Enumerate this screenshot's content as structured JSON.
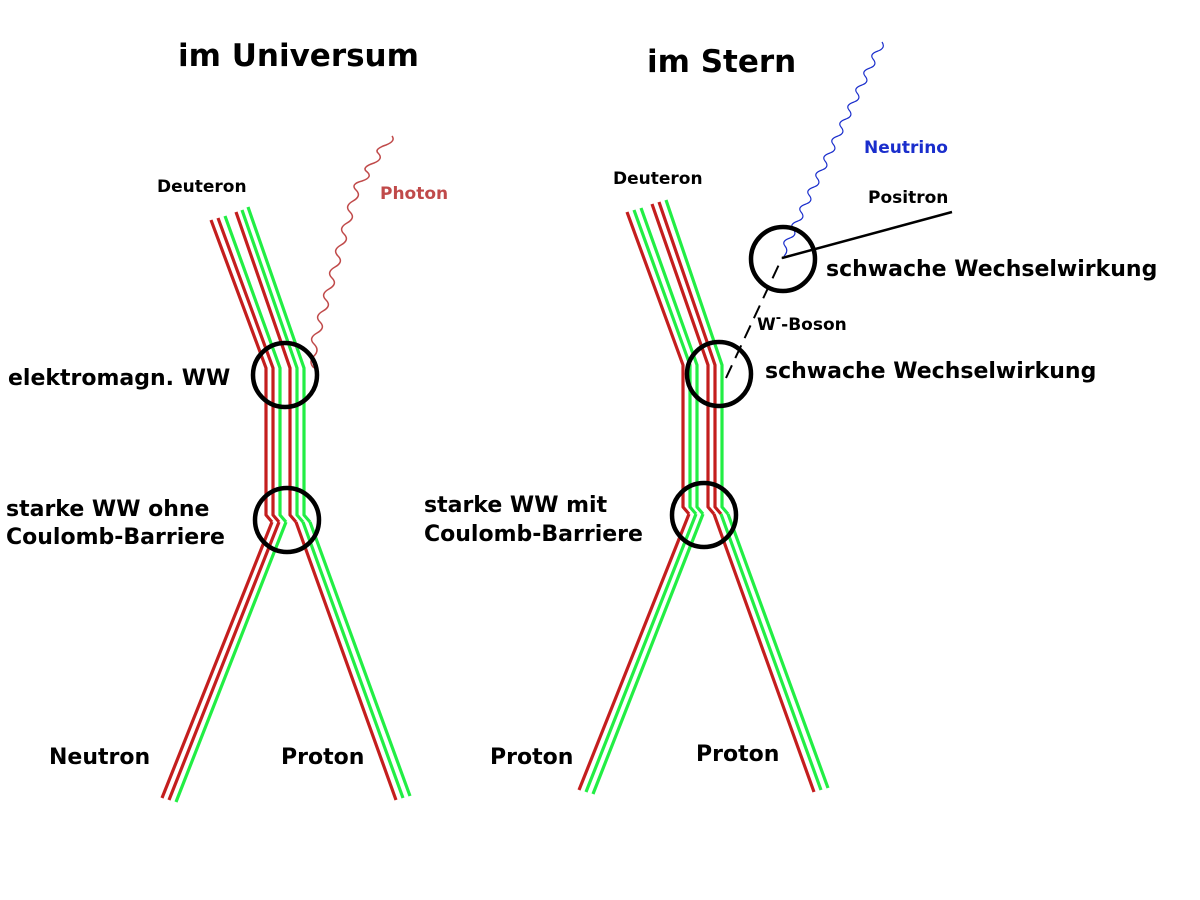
{
  "left": {
    "title": "im Universum",
    "deuteron": "Deuteron",
    "photon": "Photon",
    "vertex_em": "elektromagn. WW",
    "vertex_strong_1": "starke WW ohne",
    "vertex_strong_2": "Coulomb-Barriere",
    "neutron": "Neutron",
    "proton": "Proton"
  },
  "right": {
    "title": "im Stern",
    "deuteron": "Deuteron",
    "neutrino": "Neutrino",
    "positron": "Positron",
    "weak_top": "schwache Wechselwirkung",
    "w_boson_main": "W",
    "w_boson_sup": "-",
    "w_boson_suffix": "-Boson",
    "weak_mid": "schwache Wechselwirkung",
    "vertex_strong_1": "starke WW mit",
    "vertex_strong_2": "Coulomb-Barriere",
    "proton_left": "Proton",
    "proton_right": "Proton"
  },
  "colors": {
    "quark_red": "#c41e1e",
    "quark_green": "#22ee44",
    "photon": "#c04a4a",
    "neutrino": "#1a2ecc",
    "ring": "#000000"
  }
}
